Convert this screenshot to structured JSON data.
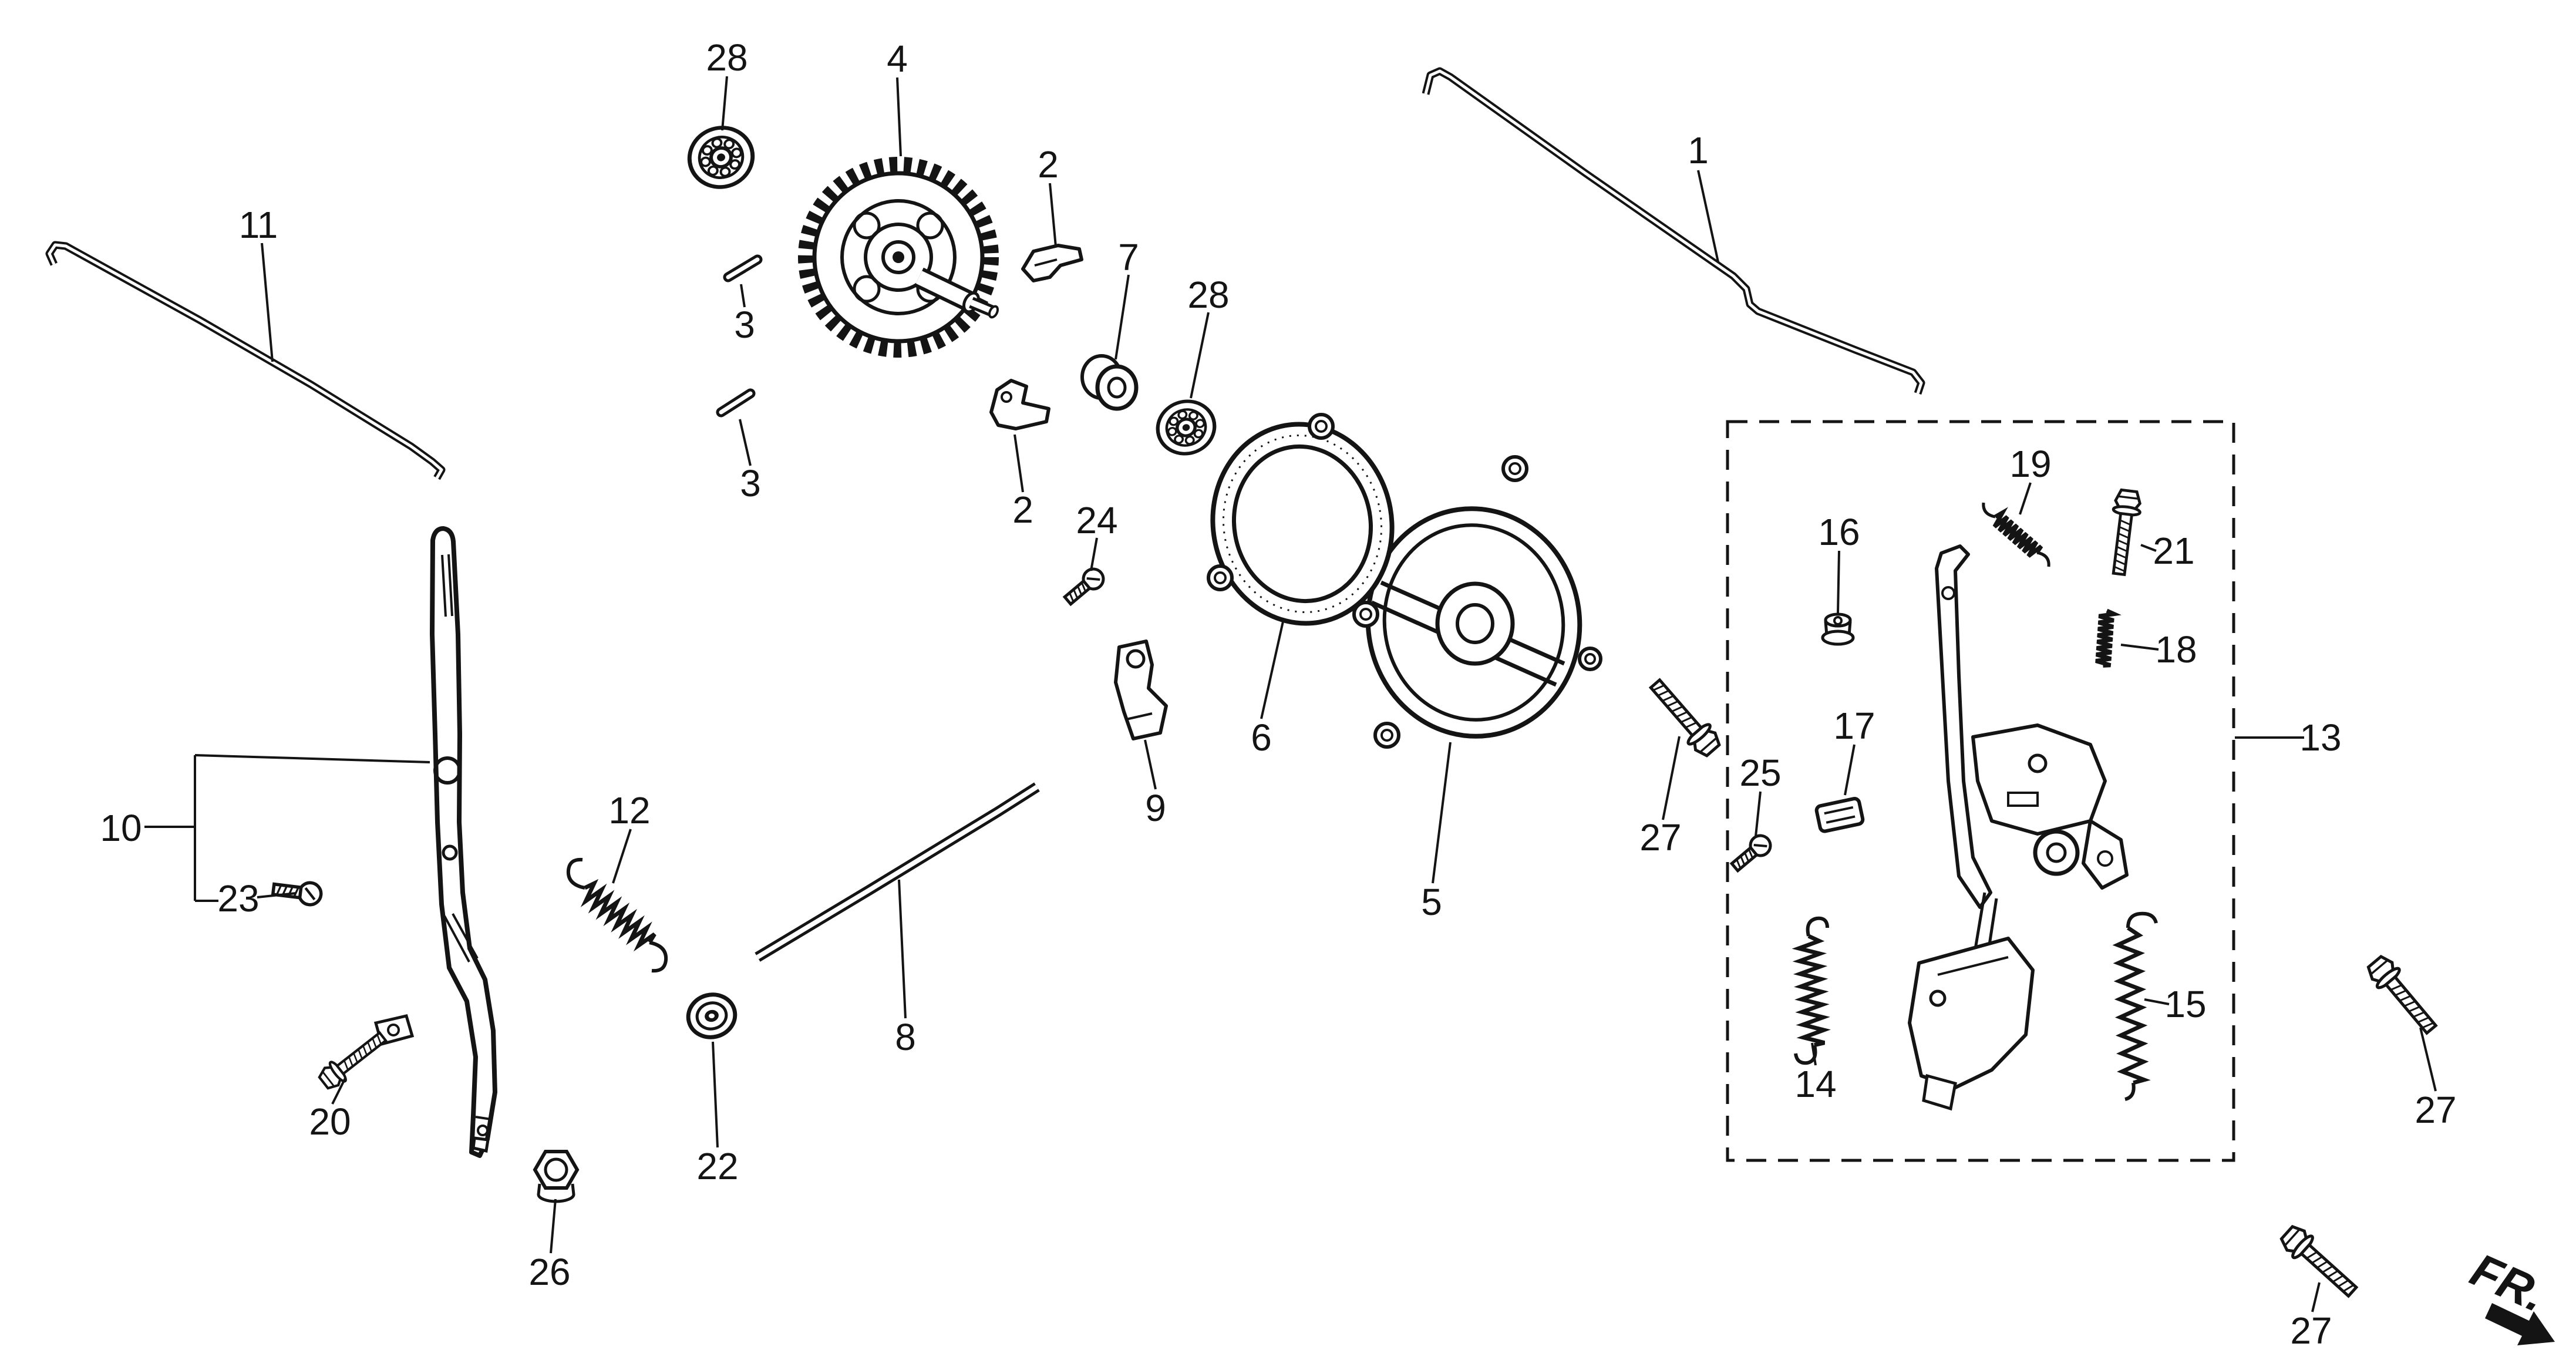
{
  "diagram": {
    "background_color": "#ffffff",
    "line_color": "#141414",
    "fr_label": "FR.",
    "callouts": [
      {
        "part": "28",
        "label": "28"
      },
      {
        "part": "4",
        "label": "4"
      },
      {
        "part": "2",
        "label": "2"
      },
      {
        "part": "7",
        "label": "7"
      },
      {
        "part": "28",
        "label": "28"
      },
      {
        "part": "11",
        "label": "11"
      },
      {
        "part": "3",
        "label": "3"
      },
      {
        "part": "3",
        "label": "3"
      },
      {
        "part": "2",
        "label": "2"
      },
      {
        "part": "24",
        "label": "24"
      },
      {
        "part": "1",
        "label": "1"
      },
      {
        "part": "19",
        "label": "19"
      },
      {
        "part": "16",
        "label": "16"
      },
      {
        "part": "21",
        "label": "21"
      },
      {
        "part": "18",
        "label": "18"
      },
      {
        "part": "13",
        "label": "13"
      },
      {
        "part": "6",
        "label": "6"
      },
      {
        "part": "9",
        "label": "9"
      },
      {
        "part": "17",
        "label": "17"
      },
      {
        "part": "25",
        "label": "25"
      },
      {
        "part": "27",
        "label": "27"
      },
      {
        "part": "5",
        "label": "5"
      },
      {
        "part": "10",
        "label": "10"
      },
      {
        "part": "23",
        "label": "23"
      },
      {
        "part": "12",
        "label": "12"
      },
      {
        "part": "8",
        "label": "8"
      },
      {
        "part": "14",
        "label": "14"
      },
      {
        "part": "15",
        "label": "15"
      },
      {
        "part": "27",
        "label": "27"
      },
      {
        "part": "20",
        "label": "20"
      },
      {
        "part": "22",
        "label": "22"
      },
      {
        "part": "26",
        "label": "26"
      },
      {
        "part": "27",
        "label": "27"
      }
    ]
  }
}
